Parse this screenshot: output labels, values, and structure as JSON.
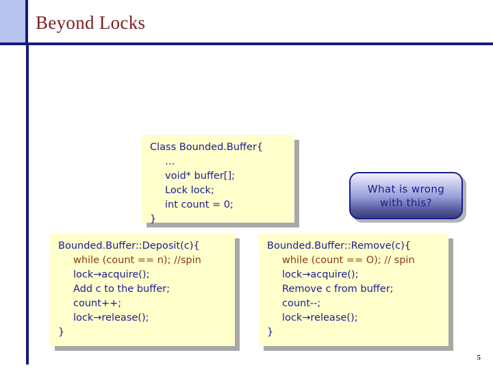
{
  "slide": {
    "title": "Beyond Locks",
    "page_number": "5",
    "accent_color": "#b8c4ee",
    "rule_color": "#151b7a",
    "title_color": "#7b1f22",
    "code_box_bg": "#ffffcc",
    "code_text_color": "#1b1b8f",
    "spin_text_color": "#8a3a10"
  },
  "class_box": {
    "lines": [
      {
        "text": "Class Bounded.Buffer{",
        "indent": false,
        "highlight": false
      },
      {
        "text": "…",
        "indent": true,
        "highlight": false
      },
      {
        "text": "void* buffer[];",
        "indent": true,
        "highlight": false
      },
      {
        "text": "Lock lock;",
        "indent": true,
        "highlight": false
      },
      {
        "text": "int count = 0;",
        "indent": true,
        "highlight": false
      },
      {
        "text": "}",
        "indent": false,
        "highlight": false
      }
    ]
  },
  "deposit_box": {
    "lines": [
      {
        "text": "Bounded.Buffer::Deposit(c){",
        "indent": false,
        "highlight": false
      },
      {
        "text": "while (count == n); //spin",
        "indent": true,
        "highlight": true
      },
      {
        "text": "lock→acquire();",
        "indent": true,
        "highlight": false
      },
      {
        "text": "Add c to the buffer;",
        "indent": true,
        "highlight": false
      },
      {
        "text": "count++;",
        "indent": true,
        "highlight": false
      },
      {
        "text": "lock→release();",
        "indent": true,
        "highlight": false
      },
      {
        "text": "}",
        "indent": false,
        "highlight": false
      }
    ]
  },
  "remove_box": {
    "lines": [
      {
        "text": "Bounded.Buffer::Remove(c){",
        "indent": false,
        "highlight": false
      },
      {
        "text": "while (count == O); // spin",
        "indent": true,
        "highlight": true
      },
      {
        "text": "lock→acquire();",
        "indent": true,
        "highlight": false
      },
      {
        "text": "Remove c from buffer;",
        "indent": true,
        "highlight": false
      },
      {
        "text": "count--;",
        "indent": true,
        "highlight": false
      },
      {
        "text": "lock→release();",
        "indent": true,
        "highlight": false
      },
      {
        "text": "}",
        "indent": false,
        "highlight": false
      }
    ]
  },
  "callout": {
    "line1": "What is wrong",
    "line2": "with this?"
  }
}
